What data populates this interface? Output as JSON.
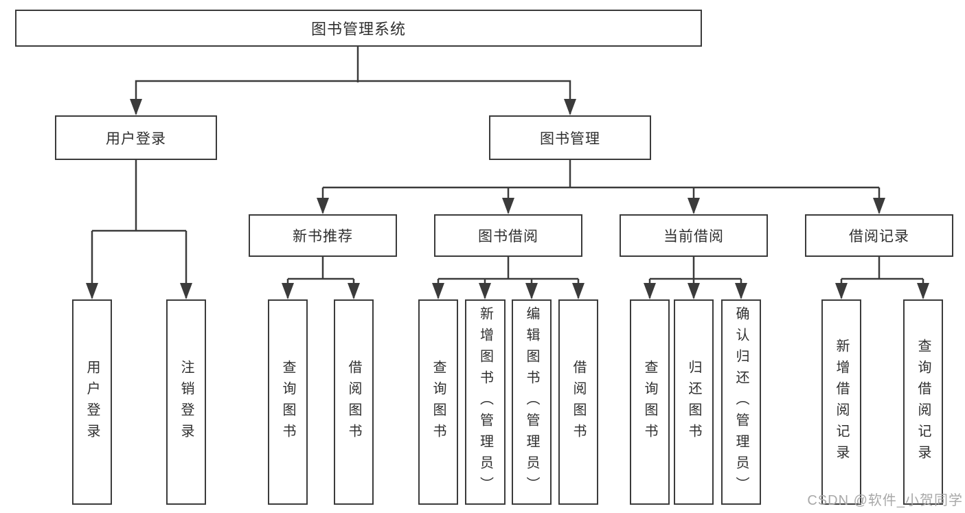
{
  "tree": {
    "root": {
      "label": "图书管理系统"
    },
    "level2": [
      {
        "label": "用户登录"
      },
      {
        "label": "图书管理"
      }
    ],
    "level3": [
      {
        "label": "新书推荐"
      },
      {
        "label": "图书借阅"
      },
      {
        "label": "当前借阅"
      },
      {
        "label": "借阅记录"
      }
    ],
    "leaves": {
      "user_login": [
        "用户登录",
        "注销登录"
      ],
      "new_book_recommend": [
        "查询图书",
        "借阅图书"
      ],
      "book_borrow": [
        "查询图书",
        "新增图书（管理员）",
        "编辑图书（管理员）",
        "借阅图书"
      ],
      "current_borrow": [
        "查询图书",
        "归还图书",
        "确认归还（管理员）"
      ],
      "borrow_records": [
        "新增借阅记录",
        "查询借阅记录"
      ]
    }
  },
  "watermark": "CSDN @软件_小贺同学",
  "colors": {
    "line": "#3b3b3b",
    "text": "#2f2f2f",
    "watermark": "#a8a8a8",
    "bg": "#ffffff"
  }
}
